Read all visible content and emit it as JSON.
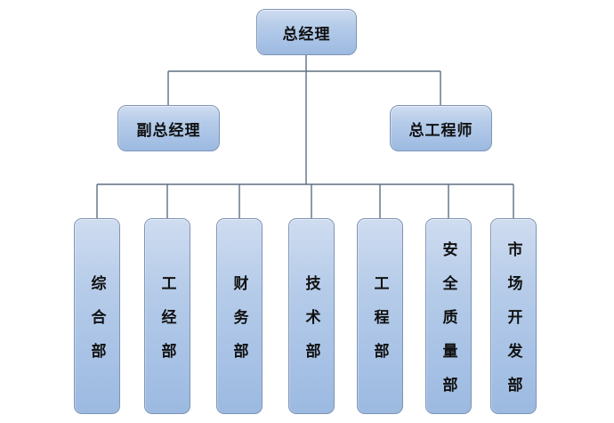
{
  "org": {
    "root": {
      "label": "总经理"
    },
    "level2": [
      {
        "label": "副总经理"
      },
      {
        "label": "总工程师"
      }
    ],
    "departments": [
      {
        "label": "综合部"
      },
      {
        "label": "工经部"
      },
      {
        "label": "财务部"
      },
      {
        "label": "技术部"
      },
      {
        "label": "工程部"
      },
      {
        "label": "安全质量部"
      },
      {
        "label": "市场开发部"
      }
    ]
  },
  "colors": {
    "box_fill_top": "#cfdcf0",
    "box_fill_bottom": "#9cb9e0",
    "box_border": "#7e95b5",
    "connector_line": "#5f6f80",
    "text": "#111111",
    "background": "#ffffff"
  }
}
